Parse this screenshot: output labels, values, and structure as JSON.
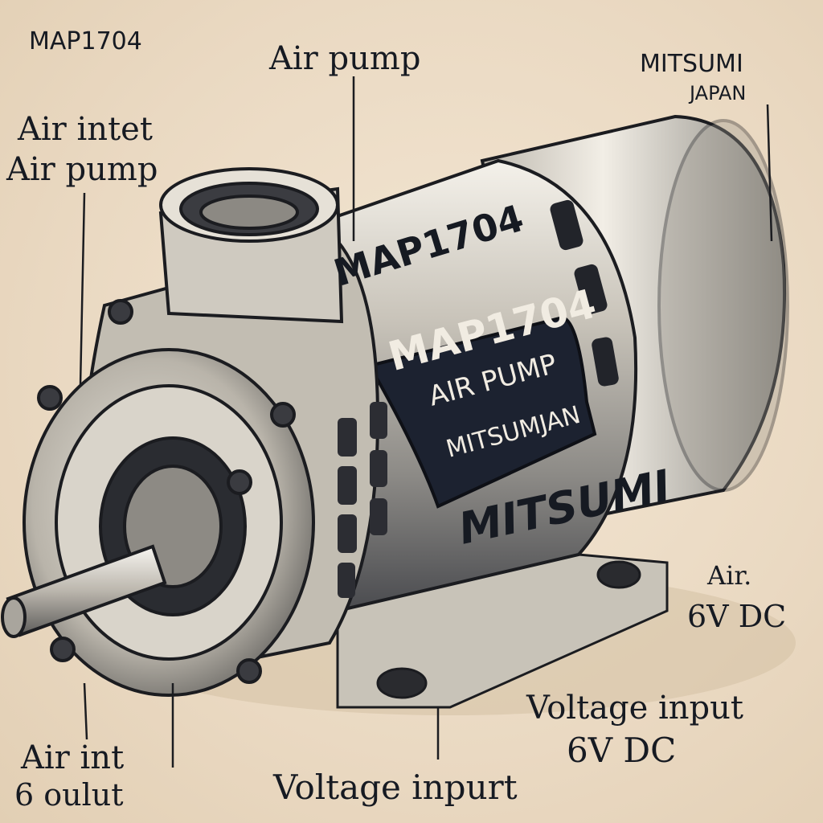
{
  "labels": {
    "model_top_left": "MAP1704",
    "air_pump_top": "Air pump",
    "brand_top_right": "MITSUMI",
    "country_top_right": "JAPAN",
    "air_intet": "Air intet",
    "air_pump_left": "Air pump",
    "air_right": "Air.",
    "volt_right": "6V DC",
    "voltage_input_right": "Voltage input",
    "volt_right_2": "6V DC",
    "air_int_bottom": "Air int",
    "outlet_bottom": "6 oulut",
    "voltage_input_bottom": "Voltage inpurt"
  },
  "body_label": {
    "line1": "MAP1704",
    "line2": "AIR PUMP",
    "line3": "MITSUMJAN"
  },
  "body_brand": "MITSUMI",
  "body_model_top": "MAP1704",
  "colors": {
    "background": "#ead9c2",
    "ink": "#161a22",
    "metal_light": "#d8d3ca",
    "metal_dark": "#3a3c42",
    "label_plate": "#1c2230"
  }
}
